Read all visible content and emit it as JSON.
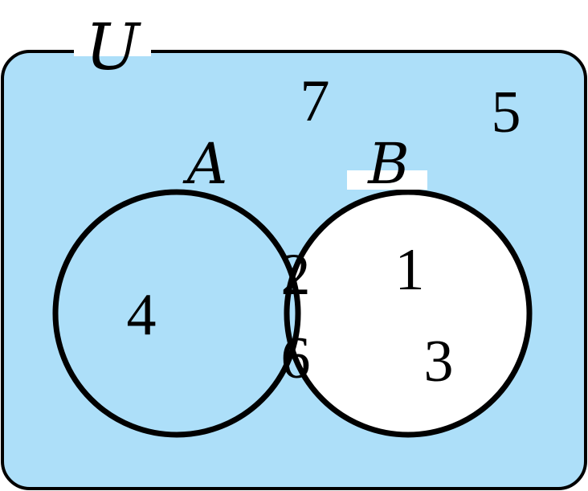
{
  "diagram": {
    "universal_label": "U",
    "set_a_label": "A",
    "set_b_label": "B",
    "only_a": [
      "4"
    ],
    "intersection": [
      "2",
      "6"
    ],
    "only_b": [
      "1",
      "3"
    ],
    "outside": [
      "7",
      "5"
    ]
  },
  "colors": {
    "shaded": "#addff9",
    "unshaded": "#ffffff",
    "stroke": "#000000"
  }
}
